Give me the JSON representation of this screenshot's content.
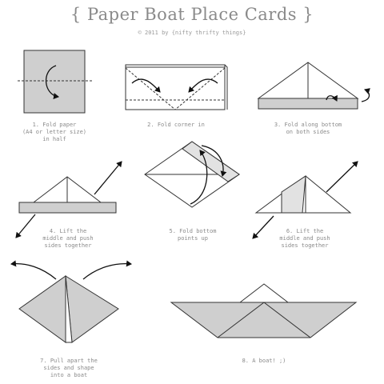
{
  "header": {
    "title": "{ Paper Boat Place Cards }",
    "subtitle": "© 2011 by {nifty thrifty things}"
  },
  "steps": [
    {
      "caption": "1. Fold paper\n(A4 or letter size)\nin half"
    },
    {
      "caption": "2. Fold corner in"
    },
    {
      "caption": "3. Fold along bottom\non both sides"
    },
    {
      "caption": "4. Lift the\nmiddle and push\nsides together"
    },
    {
      "caption": "5. Fold bottom\npoints up"
    },
    {
      "caption": "6. Lift the\nmiddle and push\nsides together"
    },
    {
      "caption": "7. Pull apart the\nsides and shape\ninto a boat"
    },
    {
      "caption": "8. A boat! ;)"
    }
  ]
}
